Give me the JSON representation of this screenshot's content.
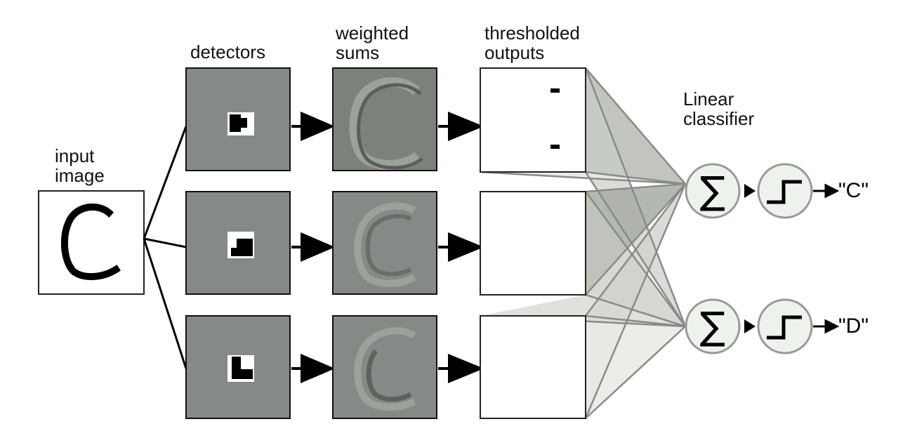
{
  "labels": {
    "input": [
      "input",
      "image"
    ],
    "detectors": "detectors",
    "weighted": [
      "weighted",
      "sums"
    ],
    "thresholded": [
      "thresholded",
      "outputs"
    ],
    "classifier": [
      "Linear",
      "classifier"
    ]
  },
  "outputs": [
    "\"C\"",
    "\"D\""
  ],
  "colors": {
    "panel_gray": "#858a86",
    "weighted_gray": "#838782",
    "node_fill": "#eef2ec",
    "node_stroke": "#999999",
    "fan_fill": "#b8bdb6",
    "line_color": "#888c88"
  },
  "icons": {
    "sum": "sigma-icon",
    "step": "step-function-icon"
  }
}
